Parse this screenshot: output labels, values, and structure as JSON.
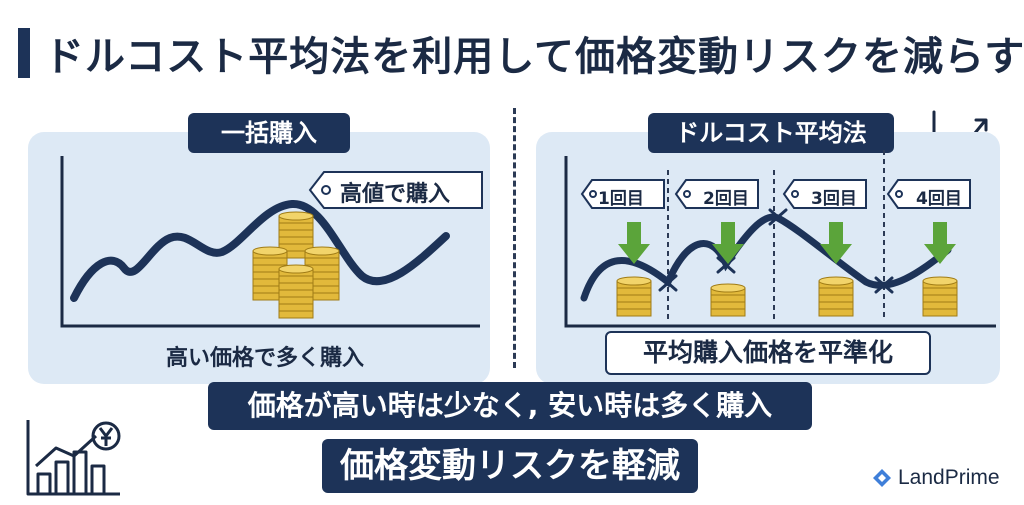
{
  "title": "ドルコスト平均法を利用して価格変動リスクを減らす",
  "left_panel": {
    "heading": "一括購入",
    "price_tag": "高値で購入",
    "caption": "高い価格で多く購入"
  },
  "right_panel": {
    "heading": "ドルコスト平均法",
    "purchases": [
      {
        "label": "1回目"
      },
      {
        "label": "2回目"
      },
      {
        "label": "3回目"
      },
      {
        "label": "4回目"
      }
    ],
    "caption": "平均購入価格を平準化"
  },
  "banner_top": "価格が高い時は少なく, 安い時は多く購入",
  "banner_bottom": "価格変動リスクを軽減",
  "brand": "LandPrime",
  "icons": {
    "top_right": "rising-chart-icon",
    "bottom_left": "yen-bar-chart-icon",
    "brand": "diamond-logo-icon"
  },
  "colors": {
    "navy": "#1d3358",
    "panel": "#dde9f5",
    "coin": "#e2b93b",
    "arrow": "#5ba43a"
  }
}
